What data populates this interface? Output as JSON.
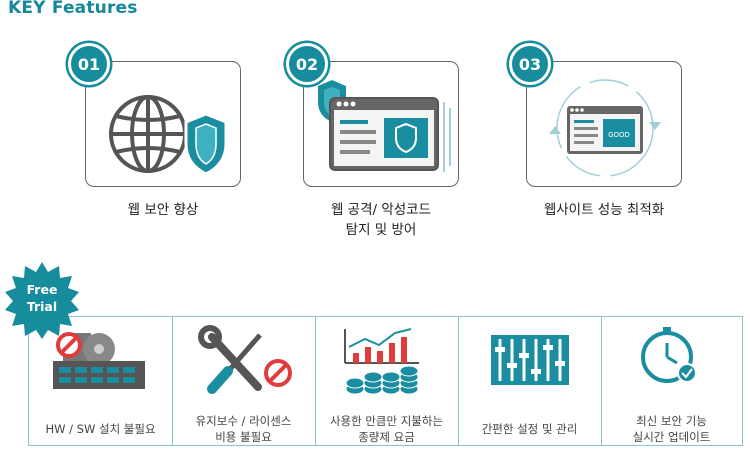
{
  "title": "KEY Features",
  "features": [
    {
      "num": "01",
      "label_lines": [
        "웹 보안 향상"
      ]
    },
    {
      "num": "02",
      "label_lines": [
        "웹 공격/ 악성코드",
        "탐지 및 방어"
      ]
    },
    {
      "num": "03",
      "label_lines": [
        "웹사이트 성능 최적화"
      ],
      "screen_text": "GOOD"
    }
  ],
  "free_trial": [
    "Free",
    "Trial"
  ],
  "benefits": [
    {
      "lines": [
        "HW / SW 설치 불필요"
      ]
    },
    {
      "lines": [
        "유지보수 / 라이센스",
        "비용 불필요"
      ]
    },
    {
      "lines": [
        "사용한 만큼만 지불하는",
        "종량제 요금"
      ]
    },
    {
      "lines": [
        "간편한 설정 및 관리"
      ]
    },
    {
      "lines": [
        "최신 보안 기능",
        "실시간 업데이트"
      ]
    }
  ],
  "colors": {
    "accent": "#178c9d",
    "danger": "#e03c3c",
    "icon_gray": "#555555"
  }
}
